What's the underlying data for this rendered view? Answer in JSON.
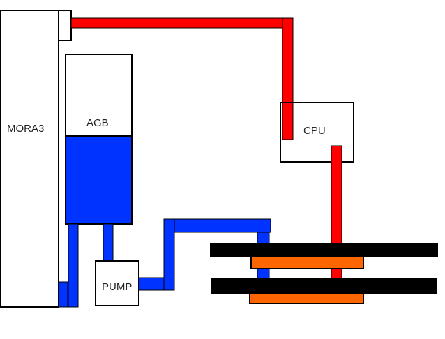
{
  "labels": {
    "radiator": "MORA3",
    "reservoir": "AGB",
    "pump": "PUMP",
    "cpu": "CPU"
  },
  "colors": {
    "hot_pipe": "#ff0000",
    "cold_pipe": "#0033ff",
    "reservoir_fluid": "#0033ff",
    "gpu_board": "#000000",
    "gpu_block": "#ff6600",
    "outline": "#000000"
  },
  "reservoir_fill_level": 0.52
}
